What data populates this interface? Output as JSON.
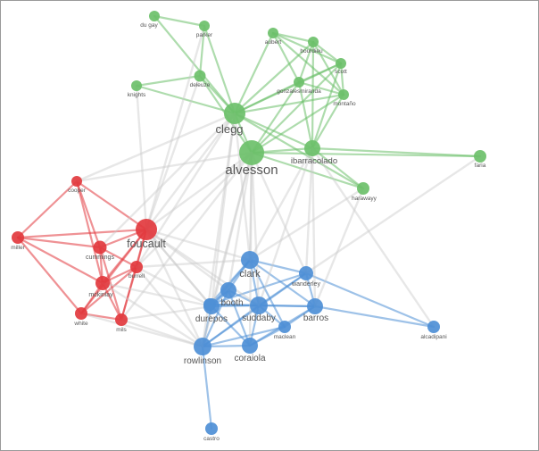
{
  "network": {
    "colors": {
      "green": "#6cc06a",
      "red": "#e2393e",
      "blue": "#4e8fd6",
      "grey_edge": "#c9c9c9"
    },
    "nodes": [
      {
        "id": "du gay",
        "label": "du gay",
        "cluster": "green"
      },
      {
        "id": "parker",
        "label": "parker",
        "cluster": "green"
      },
      {
        "id": "aubert",
        "label": "aubert",
        "cluster": "green"
      },
      {
        "id": "bourdieu",
        "label": "bourdieu",
        "cluster": "green"
      },
      {
        "id": "scott",
        "label": "scott",
        "cluster": "green"
      },
      {
        "id": "knights",
        "label": "knights",
        "cluster": "green"
      },
      {
        "id": "deleuze",
        "label": "deleuze",
        "cluster": "green"
      },
      {
        "id": "gonzales-miranda",
        "label": "gonzalesmiranda",
        "cluster": "green"
      },
      {
        "id": "montano",
        "label": "montaño",
        "cluster": "green"
      },
      {
        "id": "clegg",
        "label": "clegg",
        "cluster": "green"
      },
      {
        "id": "alvesson",
        "label": "alvesson",
        "cluster": "green"
      },
      {
        "id": "ibarracolado",
        "label": "ibarracolado",
        "cluster": "green"
      },
      {
        "id": "faria",
        "label": "faria",
        "cluster": "green"
      },
      {
        "id": "hardaway",
        "label": "harawayy",
        "cluster": "green"
      },
      {
        "id": "cooper",
        "label": "cooper",
        "cluster": "red"
      },
      {
        "id": "foucault",
        "label": "foucault",
        "cluster": "red"
      },
      {
        "id": "miller",
        "label": "miller",
        "cluster": "red"
      },
      {
        "id": "cummings",
        "label": "cummings",
        "cluster": "red"
      },
      {
        "id": "burrell",
        "label": "burrell",
        "cluster": "red"
      },
      {
        "id": "mckinlay",
        "label": "mckinlay",
        "cluster": "red"
      },
      {
        "id": "white",
        "label": "white",
        "cluster": "red"
      },
      {
        "id": "mils",
        "label": "mils",
        "cluster": "red"
      },
      {
        "id": "clark",
        "label": "clark",
        "cluster": "blue"
      },
      {
        "id": "wanderley",
        "label": "wanderley",
        "cluster": "blue"
      },
      {
        "id": "booth",
        "label": "booth",
        "cluster": "blue"
      },
      {
        "id": "decker",
        "label": "",
        "cluster": "blue"
      },
      {
        "id": "durepos",
        "label": "durepos",
        "cluster": "blue"
      },
      {
        "id": "suddaby",
        "label": "suddaby",
        "cluster": "blue"
      },
      {
        "id": "barros",
        "label": "barros",
        "cluster": "blue"
      },
      {
        "id": "maclean",
        "label": "maclean",
        "cluster": "blue"
      },
      {
        "id": "alcadipani",
        "label": "alcadipani",
        "cluster": "blue"
      },
      {
        "id": "rowlinson",
        "label": "rowlinson",
        "cluster": "blue"
      },
      {
        "id": "coraiola",
        "label": "coraiola",
        "cluster": "blue"
      },
      {
        "id": "castro",
        "label": "castro",
        "cluster": "blue"
      }
    ],
    "edges": [
      [
        "du gay",
        "parker"
      ],
      [
        "du gay",
        "clegg"
      ],
      [
        "parker",
        "clegg"
      ],
      [
        "parker",
        "deleuze"
      ],
      [
        "aubert",
        "bourdieu"
      ],
      [
        "aubert",
        "scott"
      ],
      [
        "aubert",
        "clegg"
      ],
      [
        "aubert",
        "montano"
      ],
      [
        "aubert",
        "gonzales-miranda"
      ],
      [
        "bourdieu",
        "scott"
      ],
      [
        "bourdieu",
        "clegg"
      ],
      [
        "bourdieu",
        "montano"
      ],
      [
        "bourdieu",
        "gonzales-miranda"
      ],
      [
        "bourdieu",
        "ibarracolado"
      ],
      [
        "scott",
        "montano"
      ],
      [
        "scott",
        "clegg"
      ],
      [
        "scott",
        "gonzales-miranda"
      ],
      [
        "scott",
        "ibarracolado"
      ],
      [
        "scott",
        "alvesson"
      ],
      [
        "knights",
        "deleuze"
      ],
      [
        "knights",
        "clegg"
      ],
      [
        "deleuze",
        "clegg"
      ],
      [
        "deleuze",
        "alvesson"
      ],
      [
        "gonzales-miranda",
        "montano"
      ],
      [
        "gonzales-miranda",
        "clegg"
      ],
      [
        "gonzales-miranda",
        "ibarracolado"
      ],
      [
        "gonzales-miranda",
        "alvesson"
      ],
      [
        "montano",
        "ibarracolado"
      ],
      [
        "montano",
        "clegg"
      ],
      [
        "montano",
        "alvesson"
      ],
      [
        "clegg",
        "alvesson"
      ],
      [
        "clegg",
        "ibarracolado"
      ],
      [
        "alvesson",
        "ibarracolado"
      ],
      [
        "alvesson",
        "faria"
      ],
      [
        "ibarracolado",
        "faria"
      ],
      [
        "alvesson",
        "hardaway"
      ],
      [
        "clegg",
        "hardaway"
      ],
      [
        "ibarracolado",
        "hardaway"
      ],
      [
        "foucault",
        "cooper"
      ],
      [
        "foucault",
        "miller"
      ],
      [
        "foucault",
        "cummings"
      ],
      [
        "foucault",
        "burrell"
      ],
      [
        "foucault",
        "mckinlay"
      ],
      [
        "foucault",
        "white"
      ],
      [
        "foucault",
        "mils"
      ],
      [
        "cooper",
        "cummings"
      ],
      [
        "cooper",
        "mckinlay"
      ],
      [
        "cooper",
        "miller"
      ],
      [
        "miller",
        "cummings"
      ],
      [
        "miller",
        "mckinlay"
      ],
      [
        "miller",
        "white"
      ],
      [
        "cummings",
        "burrell"
      ],
      [
        "cummings",
        "mckinlay"
      ],
      [
        "cummings",
        "mils"
      ],
      [
        "burrell",
        "mckinlay"
      ],
      [
        "burrell",
        "mils"
      ],
      [
        "burrell",
        "white"
      ],
      [
        "mckinlay",
        "white"
      ],
      [
        "mckinlay",
        "mils"
      ],
      [
        "white",
        "mils"
      ],
      [
        "clark",
        "wanderley"
      ],
      [
        "clark",
        "booth"
      ],
      [
        "clark",
        "decker"
      ],
      [
        "clark",
        "durepos"
      ],
      [
        "clark",
        "suddaby"
      ],
      [
        "clark",
        "barros"
      ],
      [
        "clark",
        "maclean"
      ],
      [
        "wanderley",
        "barros"
      ],
      [
        "wanderley",
        "suddaby"
      ],
      [
        "wanderley",
        "alcadipani"
      ],
      [
        "wanderley",
        "decker"
      ],
      [
        "wanderley",
        "rowlinson"
      ],
      [
        "booth",
        "decker"
      ],
      [
        "booth",
        "durepos"
      ],
      [
        "booth",
        "suddaby"
      ],
      [
        "booth",
        "rowlinson"
      ],
      [
        "booth",
        "coraiola"
      ],
      [
        "decker",
        "durepos"
      ],
      [
        "decker",
        "suddaby"
      ],
      [
        "decker",
        "barros"
      ],
      [
        "durepos",
        "suddaby"
      ],
      [
        "durepos",
        "rowlinson"
      ],
      [
        "durepos",
        "coraiola"
      ],
      [
        "suddaby",
        "barros"
      ],
      [
        "suddaby",
        "maclean"
      ],
      [
        "suddaby",
        "rowlinson"
      ],
      [
        "suddaby",
        "coraiola"
      ],
      [
        "barros",
        "alcadipani"
      ],
      [
        "barros",
        "maclean"
      ],
      [
        "barros",
        "coraiola"
      ],
      [
        "rowlinson",
        "coraiola"
      ],
      [
        "rowlinson",
        "castro"
      ],
      [
        "rowlinson",
        "maclean"
      ],
      [
        "coraiola",
        "maclean"
      ],
      [
        "alvesson",
        "foucault"
      ],
      [
        "alvesson",
        "clark"
      ],
      [
        "alvesson",
        "cooper"
      ],
      [
        "alvesson",
        "rowlinson"
      ],
      [
        "alvesson",
        "suddaby"
      ],
      [
        "alvesson",
        "booth"
      ],
      [
        "alvesson",
        "durepos"
      ],
      [
        "alvesson",
        "mils"
      ],
      [
        "alvesson",
        "wanderley"
      ],
      [
        "alvesson",
        "burrell"
      ],
      [
        "alvesson",
        "coraiola"
      ],
      [
        "clegg",
        "foucault"
      ],
      [
        "clegg",
        "clark"
      ],
      [
        "clegg",
        "rowlinson"
      ],
      [
        "clegg",
        "burrell"
      ],
      [
        "clegg",
        "cummings"
      ],
      [
        "clegg",
        "durepos"
      ],
      [
        "ibarracolado",
        "clark"
      ],
      [
        "ibarracolado",
        "wanderley"
      ],
      [
        "ibarracolado",
        "barros"
      ],
      [
        "ibarracolado",
        "alcadipani"
      ],
      [
        "ibarracolado",
        "suddaby"
      ],
      [
        "foucault",
        "clark"
      ],
      [
        "foucault",
        "booth"
      ],
      [
        "foucault",
        "durepos"
      ],
      [
        "foucault",
        "rowlinson"
      ],
      [
        "foucault",
        "suddaby"
      ],
      [
        "foucault",
        "decker"
      ],
      [
        "burrell",
        "durepos"
      ],
      [
        "burrell",
        "rowlinson"
      ],
      [
        "burrell",
        "clark"
      ],
      [
        "mckinlay",
        "rowlinson"
      ],
      [
        "mckinlay",
        "durepos"
      ],
      [
        "mils",
        "rowlinson"
      ],
      [
        "mils",
        "durepos"
      ],
      [
        "white",
        "rowlinson"
      ],
      [
        "cooper",
        "clegg"
      ],
      [
        "knights",
        "foucault"
      ],
      [
        "faria",
        "wanderley"
      ],
      [
        "hardaway",
        "barros"
      ],
      [
        "hardaway",
        "clark"
      ],
      [
        "deleuze",
        "foucault"
      ],
      [
        "parker",
        "foucault"
      ]
    ]
  }
}
